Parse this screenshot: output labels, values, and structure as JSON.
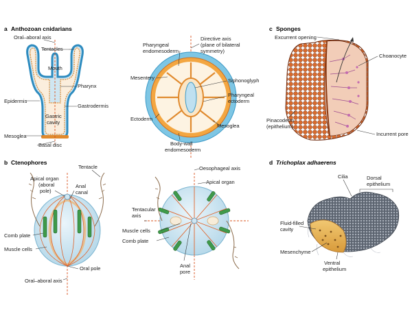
{
  "panels": {
    "a": {
      "letter": "a",
      "title": "Anthozoan cnidarians",
      "labels": {
        "oral_aboral_axis": "Oral–aboral axis",
        "tentacles": "Tentacles",
        "mouth": "Mouth",
        "pharynx": "Pharynx",
        "epidermis": "Epidermis",
        "gastrodermis": "Gastrodermis",
        "gastric_cavity_1": "Gastric",
        "gastric_cavity_2": "cavity",
        "mesoglea": "Mesoglea",
        "basal_disc": "Basal disc",
        "pharyngeal_endomesoderm_1": "Pharyngeal",
        "pharyngeal_endomesoderm_2": "endomesoderm",
        "directive_axis_1": "Directive axis",
        "directive_axis_2": "(plane of bilateral",
        "directive_axis_3": "symmetry)",
        "mesentery": "Mesentery",
        "siphonoglyph": "Siphonoglyph",
        "pharyngeal_ectoderm_1": "Pharyngeal",
        "pharyngeal_ectoderm_2": "ectoderm",
        "ectoderm": "Ectoderm",
        "mesoglea_2": "Mesoglea",
        "body_wall_1": "Body-wall",
        "body_wall_2": "endomesoderm"
      }
    },
    "b": {
      "letter": "b",
      "title": "Ctenophores",
      "labels": {
        "apical_organ_1": "Apical organ",
        "apical_organ_2": "(aboral",
        "apical_organ_3": "pole)",
        "tentacle": "Tentacle",
        "anal_canal_1": "Anal",
        "anal_canal_2": "canal",
        "comb_plate": "Comb plate",
        "muscle_cells": "Muscle cells",
        "oral_pole": "Oral pole",
        "oral_aboral_axis": "Oral–aboral axis",
        "oesophageal_axis": "Oesophageal axis",
        "apical_organ_top": "Apical organ",
        "tentacular_axis_1": "Tentacular",
        "tentacular_axis_2": "axis",
        "muscle_cells_2": "Muscle cells",
        "comb_plate_2": "Comb plate",
        "anal_pore_1": "Anal",
        "anal_pore_2": "pore"
      }
    },
    "c": {
      "letter": "c",
      "title": "Sponges",
      "labels": {
        "excurrent_opening": "Excurrent opening",
        "choanocyte": "Choanocyte",
        "pinacoderm_1": "Pinacoderm",
        "pinacoderm_2": "(epithelium)",
        "incurrent_pore": "Incurrent pore"
      }
    },
    "d": {
      "letter": "d",
      "title": "Trichoplax adhaerens",
      "labels": {
        "cilia": "Cilia",
        "dorsal_1": "Dorsal",
        "dorsal_2": "epithelium",
        "fluid_1": "Fluid-filled",
        "fluid_2": "cavity",
        "mesenchyme": "Mesenchyme",
        "ventral_1": "Ventral",
        "ventral_2": "epithelium"
      }
    }
  }
}
